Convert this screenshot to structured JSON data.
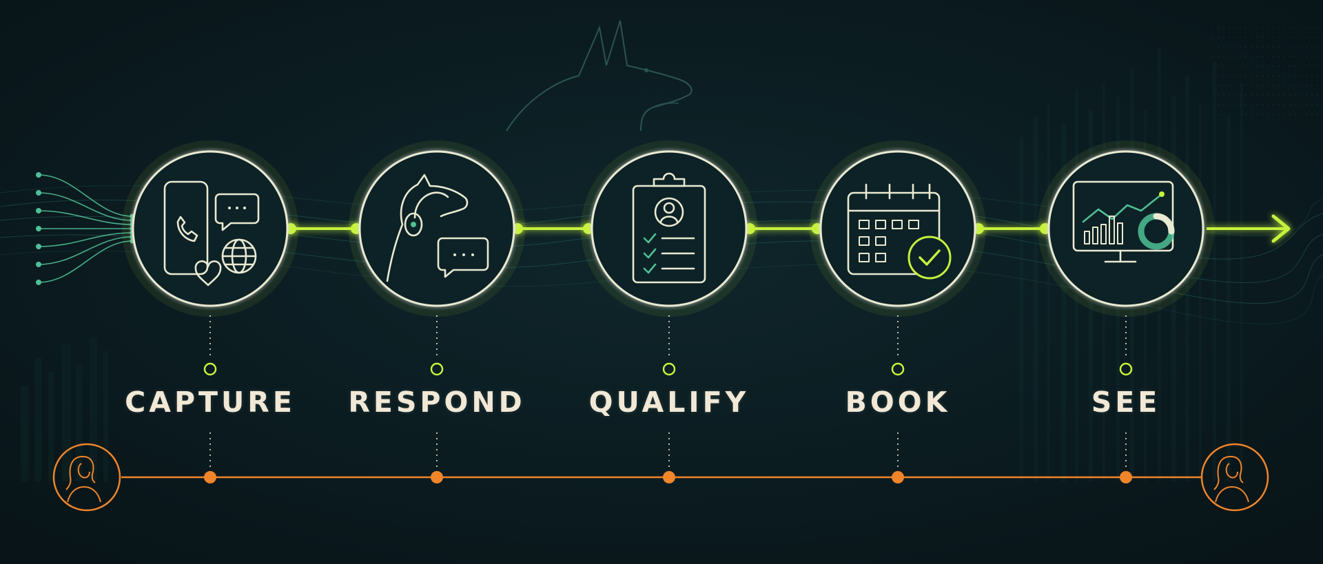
{
  "diagram": {
    "stages": [
      {
        "label": "CAPTURE",
        "icon": "phone-chat-globe-heart-icon"
      },
      {
        "label": "RESPOND",
        "icon": "dog-headset-chat-icon"
      },
      {
        "label": "QUALIFY",
        "icon": "clipboard-checklist-icon"
      },
      {
        "label": "BOOK",
        "icon": "calendar-check-icon"
      },
      {
        "label": "SEE",
        "icon": "monitor-analytics-icon"
      }
    ],
    "colors": {
      "background": "#0b1d22",
      "pipeline": "#c6f23c",
      "circle_stroke": "#e9ead2",
      "icon_stroke": "#e9ead2",
      "accent_green": "#4fbf96",
      "journey": "#f0852a",
      "label": "#f1e8d6"
    }
  }
}
